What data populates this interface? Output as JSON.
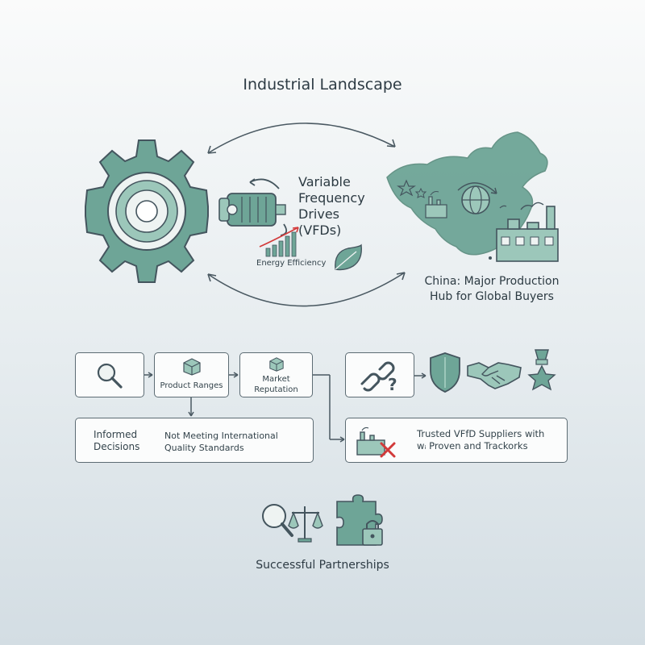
{
  "header": {
    "title": "Industrial Landscape"
  },
  "vfd": {
    "label": "Variable\nFrequency\nDrives\n(VFDs)",
    "energy_label": "Energy Efficiency"
  },
  "china": {
    "label": "China: Major Production Hub for Global Buyers"
  },
  "flow": {
    "product_ranges": "Product Ranges",
    "market_reputation": "Market\nReputation",
    "informed_decisions": "Informed\nDecisions",
    "not_meeting": "Not Meeting International\nQuality Standards",
    "trusted_suppliers": "Trusted VFfD Suppliers with\nwᵢ Proven and Trackorks"
  },
  "footer": {
    "label": "Successful Partnerships"
  },
  "colors": {
    "teal": "#6ea597",
    "teal_light": "#9cc7ba",
    "outline": "#44555e",
    "red": "#d23a3a",
    "bg": "#eef2f4"
  }
}
